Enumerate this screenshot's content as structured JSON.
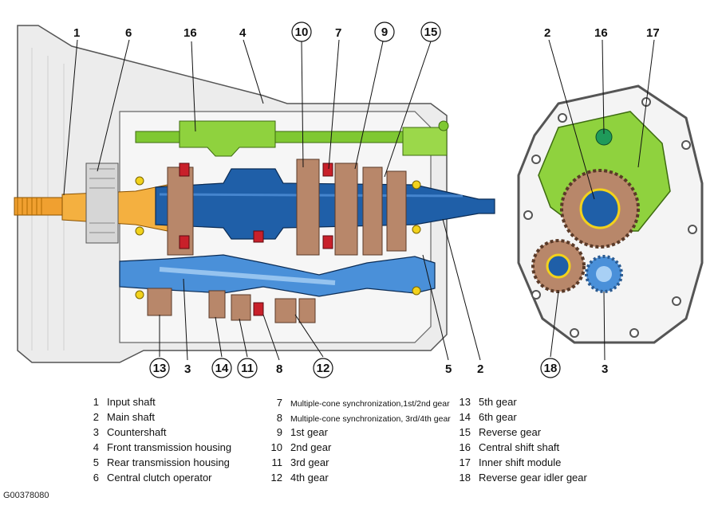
{
  "callouts": {
    "c1": "1",
    "c6": "6",
    "c16": "16",
    "c4": "4",
    "c10": "10",
    "c7": "7",
    "c9": "9",
    "c15": "15",
    "r2": "2",
    "r16": "16",
    "r17": "17",
    "b13": "13",
    "b3": "3",
    "b14": "14",
    "b11": "11",
    "b8": "8",
    "b12": "12",
    "b5": "5",
    "b2": "2",
    "b18": "18",
    "b3r": "3"
  },
  "legend": [
    {
      "num": "1",
      "text": "Input shaft"
    },
    {
      "num": "2",
      "text": "Main shaft"
    },
    {
      "num": "3",
      "text": "Countershaft"
    },
    {
      "num": "4",
      "text": "Front transmission housing"
    },
    {
      "num": "5",
      "text": "Rear transmission housing"
    },
    {
      "num": "6",
      "text": "Central clutch operator"
    },
    {
      "num": "7",
      "text": "Multiple-cone synchronization,1st/2nd gear"
    },
    {
      "num": "8",
      "text": "Multiple-cone synchronization, 3rd/4th gear"
    },
    {
      "num": "9",
      "text": "1st gear"
    },
    {
      "num": "10",
      "text": "2nd gear"
    },
    {
      "num": "11",
      "text": "3rd gear"
    },
    {
      "num": "12",
      "text": "4th gear"
    },
    {
      "num": "13",
      "text": "5th gear"
    },
    {
      "num": "14",
      "text": "6th gear"
    },
    {
      "num": "15",
      "text": "Reverse gear"
    },
    {
      "num": "16",
      "text": "Central shift shaft"
    },
    {
      "num": "17",
      "text": "Inner shift module"
    },
    {
      "num": "18",
      "text": "Reverse gear idler gear"
    }
  ],
  "figure_code": "G00378080",
  "colors": {
    "shift": "#7fc832",
    "shaft": "#1f5fa8",
    "countershaft": "#4a90d9",
    "input": "#f0a030",
    "gear": "#b8876a",
    "sync": "#c8202a"
  }
}
